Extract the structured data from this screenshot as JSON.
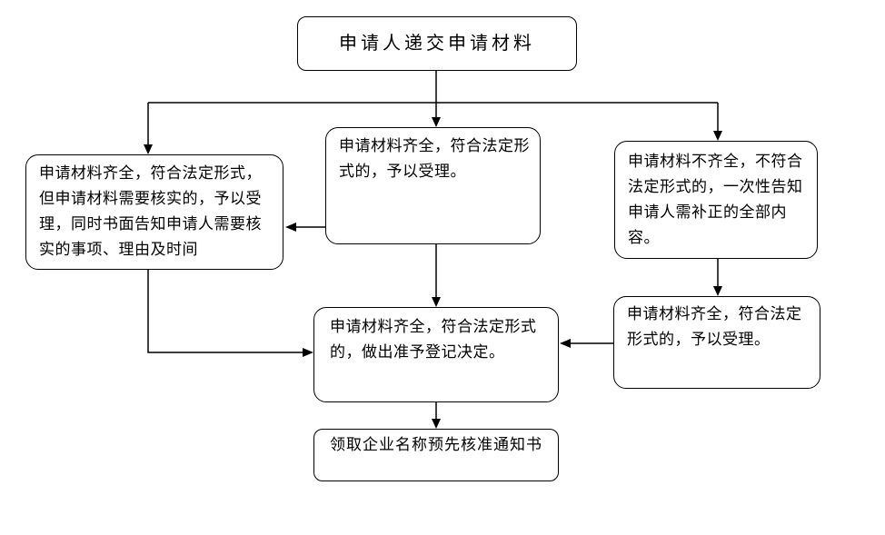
{
  "diagram_type": "flowchart",
  "colors": {
    "background": "#ffffff",
    "box_fill": "#ffffff",
    "box_border": "#000000",
    "line": "#000000",
    "text": "#000000"
  },
  "nodes": {
    "submit": {
      "label": "申请人递交申请材料"
    },
    "verify_accept": {
      "label": "申请材料齐全，符合法定形式，\n但申请材料需要核实的，予以受\n理，同时书面告知申请人需要核\n实的事项、理由及时间"
    },
    "accept": {
      "label": "申请材料齐全，符合法定形\n式的，予以受理。"
    },
    "reject_notify": {
      "label": "申请材料不齐全，不符合\n法定形式的，一次性告知\n申请人需补正的全部内\n容。"
    },
    "accept_corrected": {
      "label": "申请材料齐全，符合法定\n形式的，予以受理。"
    },
    "decision": {
      "label": "申请材料齐全，符合法定形式\n的，做出准予登记决定。"
    },
    "receive": {
      "label": "领取企业名称预先核准通知书"
    }
  },
  "edges": [
    {
      "from": "submit",
      "to": "verify_accept"
    },
    {
      "from": "submit",
      "to": "accept"
    },
    {
      "from": "submit",
      "to": "reject_notify"
    },
    {
      "from": "accept",
      "to": "verify_accept"
    },
    {
      "from": "accept",
      "to": "decision"
    },
    {
      "from": "verify_accept",
      "to": "decision"
    },
    {
      "from": "reject_notify",
      "to": "accept_corrected"
    },
    {
      "from": "accept_corrected",
      "to": "decision"
    },
    {
      "from": "decision",
      "to": "receive"
    }
  ]
}
